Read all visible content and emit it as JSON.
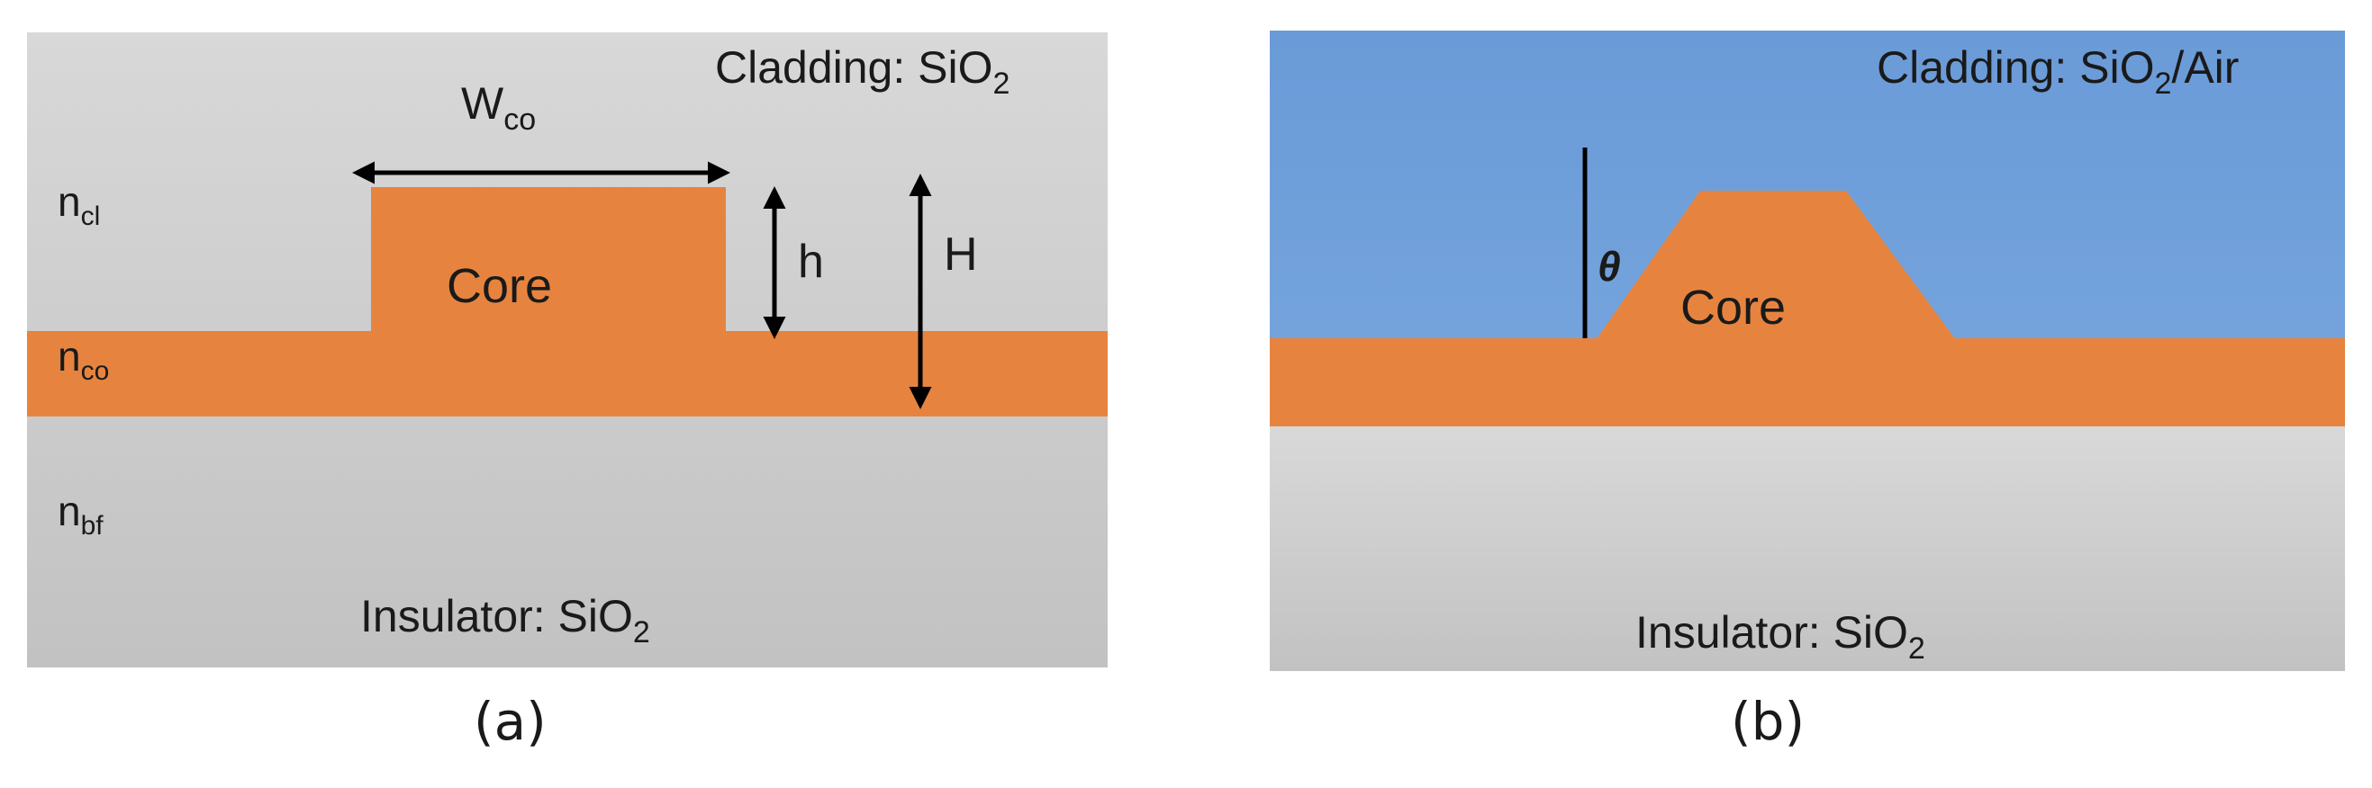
{
  "panel_a": {
    "cladding_label": "Cladding: SiO",
    "cladding_sub": "2",
    "insulator_label": "Insulator: SiO",
    "insulator_sub": "2",
    "core_label": "Core",
    "width_label": "W",
    "width_sub": "co",
    "h_label": "h",
    "H_label": "H",
    "n_cl": "n",
    "n_cl_sub": "cl",
    "n_co": "n",
    "n_co_sub": "co",
    "n_bf": "n",
    "n_bf_sub": "bf",
    "caption": "(a)"
  },
  "panel_b": {
    "cladding_label": "Cladding: SiO",
    "cladding_sub": "2",
    "cladding_suffix": "/Air",
    "insulator_label": "Insulator: SiO",
    "insulator_sub": "2",
    "core_label": "Core",
    "angle_label": "θ",
    "caption": "(b)"
  },
  "colors": {
    "gray_light": "#d6d6d6",
    "gray_dark": "#c4c4c4",
    "core_orange": "#e6843f",
    "cladding_blue": "#6f9fd9",
    "arrow": "#000000"
  }
}
